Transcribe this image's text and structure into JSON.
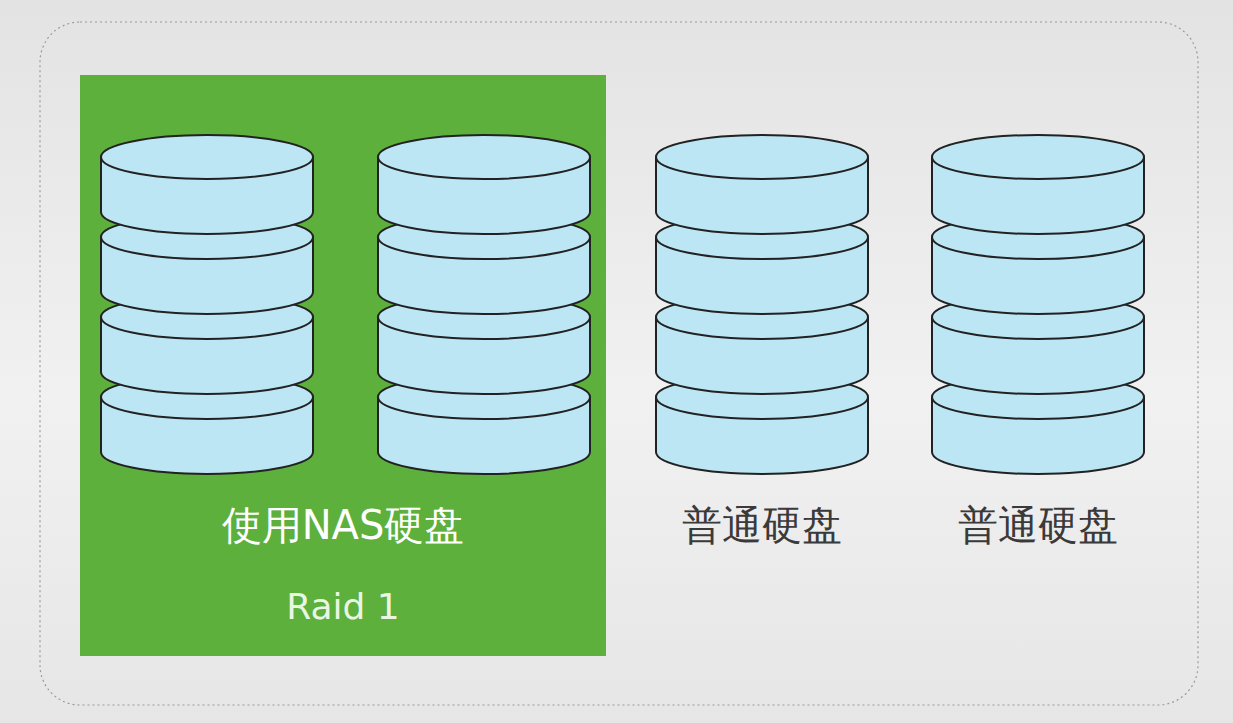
{
  "diagram": {
    "nodes": [
      {
        "text": [
          "使用NAS硬盘",
          "Raid 1"
        ]
      },
      {
        "text": [
          "普通硬盘"
        ]
      },
      {
        "text": [
          "普通硬盘"
        ]
      }
    ]
  }
}
